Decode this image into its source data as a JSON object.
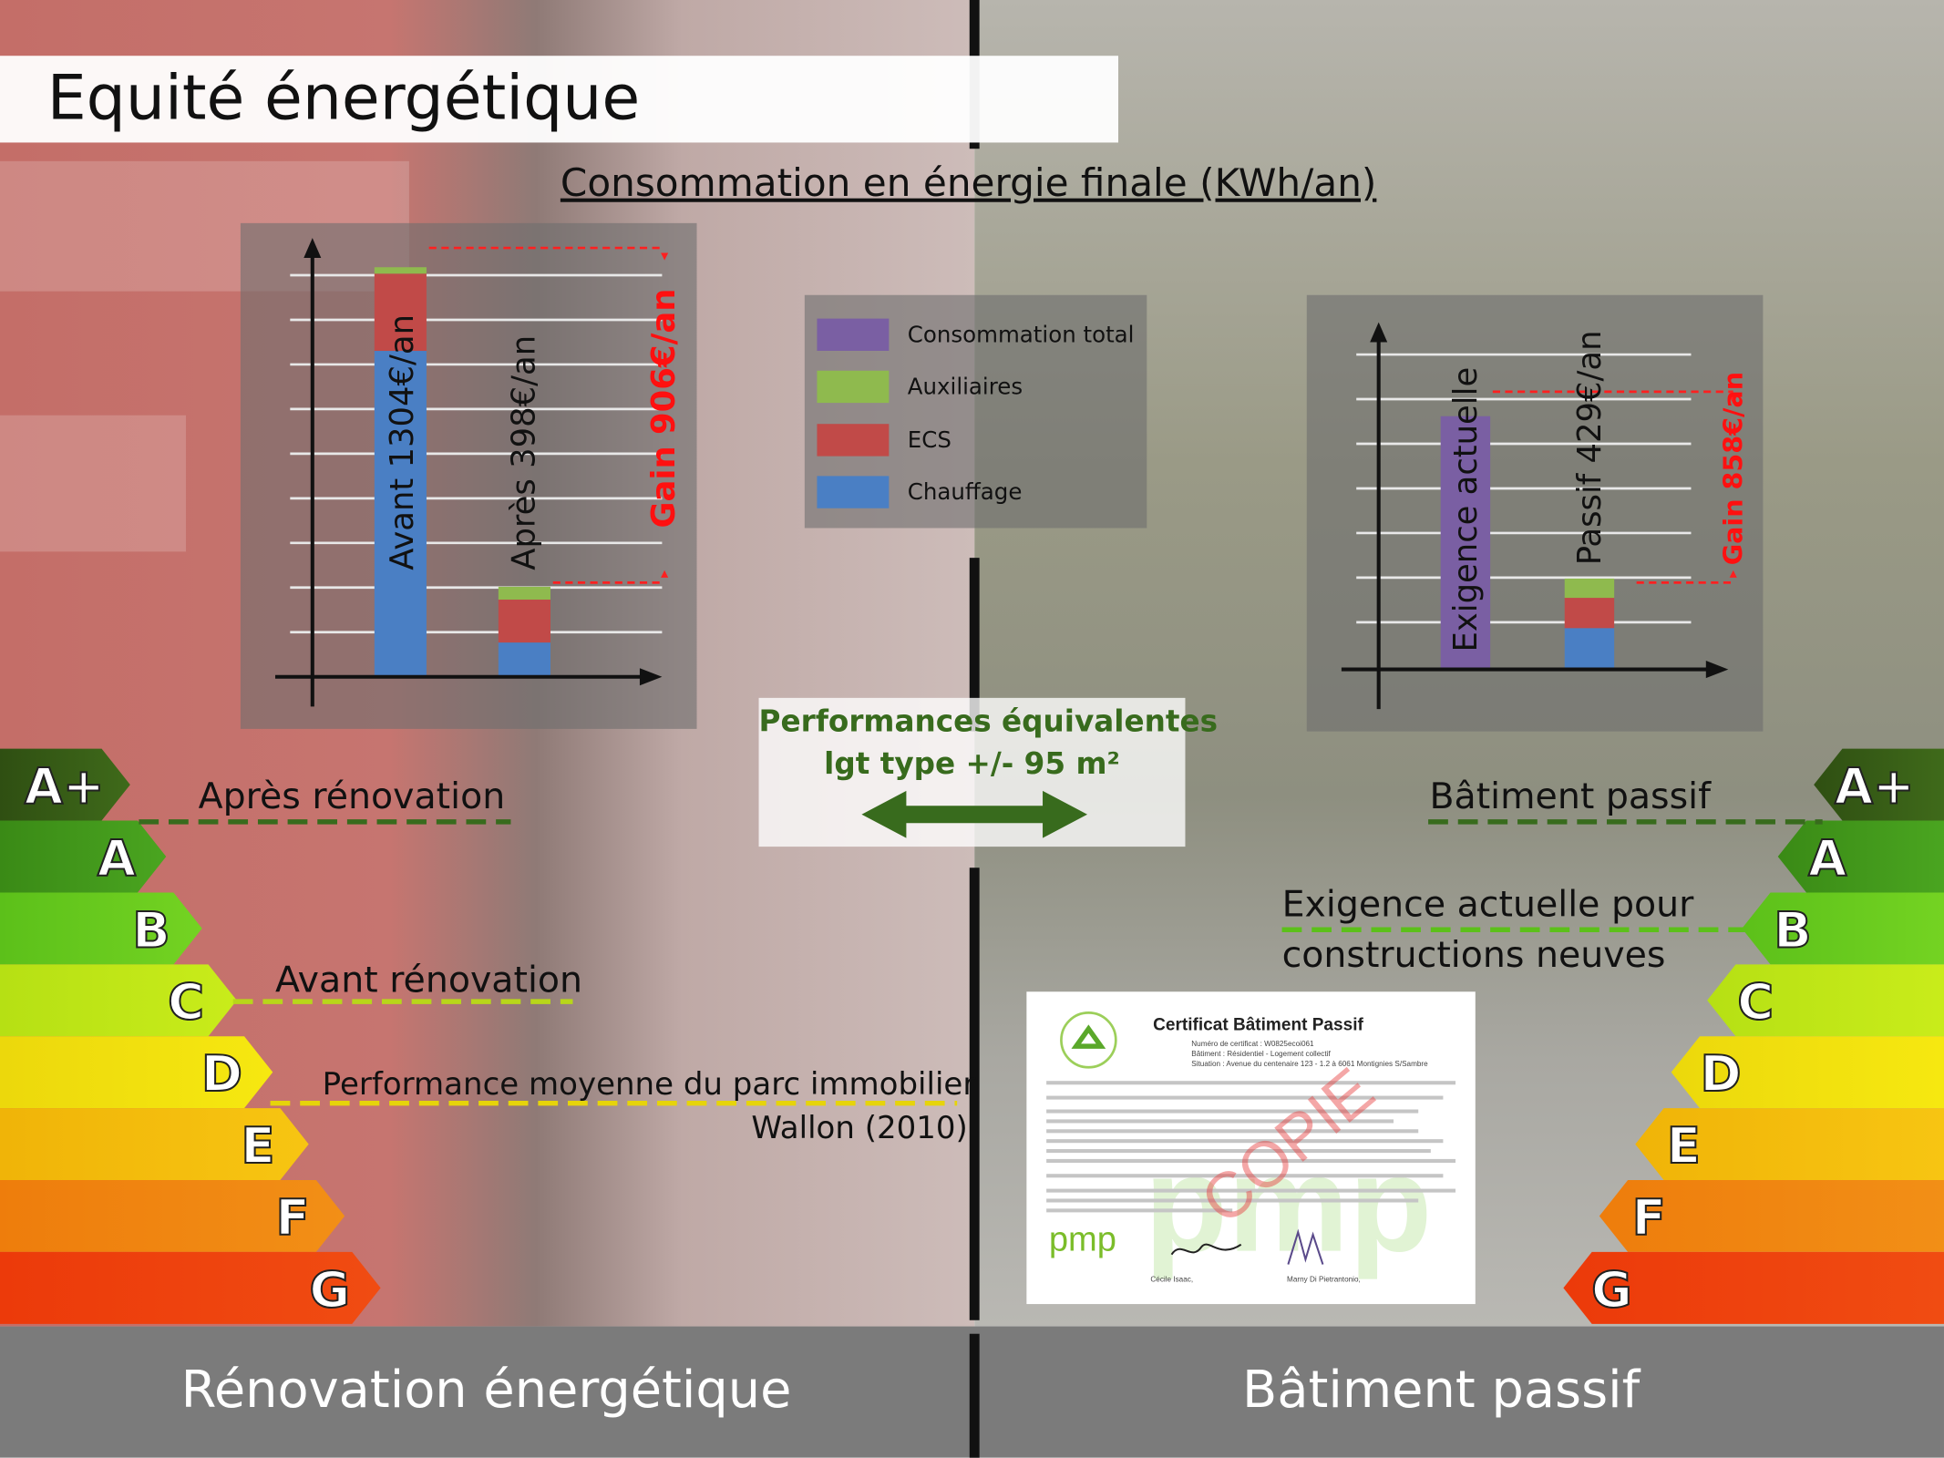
{
  "title": "Equité énergétique",
  "subtitle": "Consommation en énergie finale (KWh/an)",
  "colors": {
    "consommation_total": "#7a5fa3",
    "auxiliaires": "#8fba4e",
    "ecs": "#c14a48",
    "chauffage": "#4a7fc4",
    "gain_red": "#ff1010",
    "perf_green": "#386b1d"
  },
  "legend": {
    "items": [
      {
        "label": "Consommation total",
        "color": "#7a5fa3"
      },
      {
        "label": "Auxiliaires",
        "color": "#8fba4e"
      },
      {
        "label": "ECS",
        "color": "#c14a48"
      },
      {
        "label": "Chauffage",
        "color": "#4a7fc4"
      }
    ]
  },
  "left_chart": {
    "bar_avant_label": "Avant 1304€/an",
    "bar_apres_label": "Après 398€/an",
    "gain_label": "Gain 906€/an"
  },
  "right_chart": {
    "bar_exigence_label": "Exigence actuelle",
    "bar_passif_label": "Passif 429€/an",
    "gain_label": "Gain 858€/an"
  },
  "performance": {
    "line1": "Performances équivalentes",
    "line2": "lgt type +/- 95 m²"
  },
  "energy_classes": [
    "A+",
    "A",
    "B",
    "C",
    "D",
    "E",
    "F",
    "G"
  ],
  "notes": {
    "apres_renovation": "Après rénovation",
    "avant_renovation": "Avant rénovation",
    "performance_moyenne_line1": "Performance moyenne du parc immobilier",
    "performance_moyenne_line2": "Wallon (2010)",
    "batiment_passif": "Bâtiment passif",
    "exigence_line1": "Exigence actuelle pour",
    "exigence_line2": "constructions neuves"
  },
  "certificate": {
    "title": "Certificat Bâtiment Passif",
    "logo_text": "pmp",
    "watermark": "pmp",
    "stamp": "COPIE"
  },
  "bottom": {
    "left": "Rénovation énergétique",
    "right": "Bâtiment passif"
  },
  "chart_data": [
    {
      "type": "bar",
      "title": "Consommation en énergie finale (KWh/an)",
      "categories": [
        "Avant 1304€/an",
        "Après 398€/an"
      ],
      "series": [
        {
          "name": "Chauffage",
          "values": [
            76,
            8
          ]
        },
        {
          "name": "ECS",
          "values": [
            18,
            10
          ]
        },
        {
          "name": "Auxiliaires",
          "values": [
            1.5,
            3
          ]
        }
      ],
      "annotations": [
        "Gain 906€/an"
      ],
      "ylim": [
        0,
        100
      ]
    },
    {
      "type": "bar",
      "categories": [
        "Exigence actuelle",
        "Passif 429€/an"
      ],
      "series": [
        {
          "name": "Consommation total",
          "values": [
            92,
            0
          ]
        },
        {
          "name": "Chauffage",
          "values": [
            0,
            15
          ]
        },
        {
          "name": "ECS",
          "values": [
            0,
            11
          ]
        },
        {
          "name": "Auxiliaires",
          "values": [
            0,
            7
          ]
        }
      ],
      "annotations": [
        "Gain 858€/an"
      ],
      "ylim": [
        0,
        100
      ]
    }
  ]
}
